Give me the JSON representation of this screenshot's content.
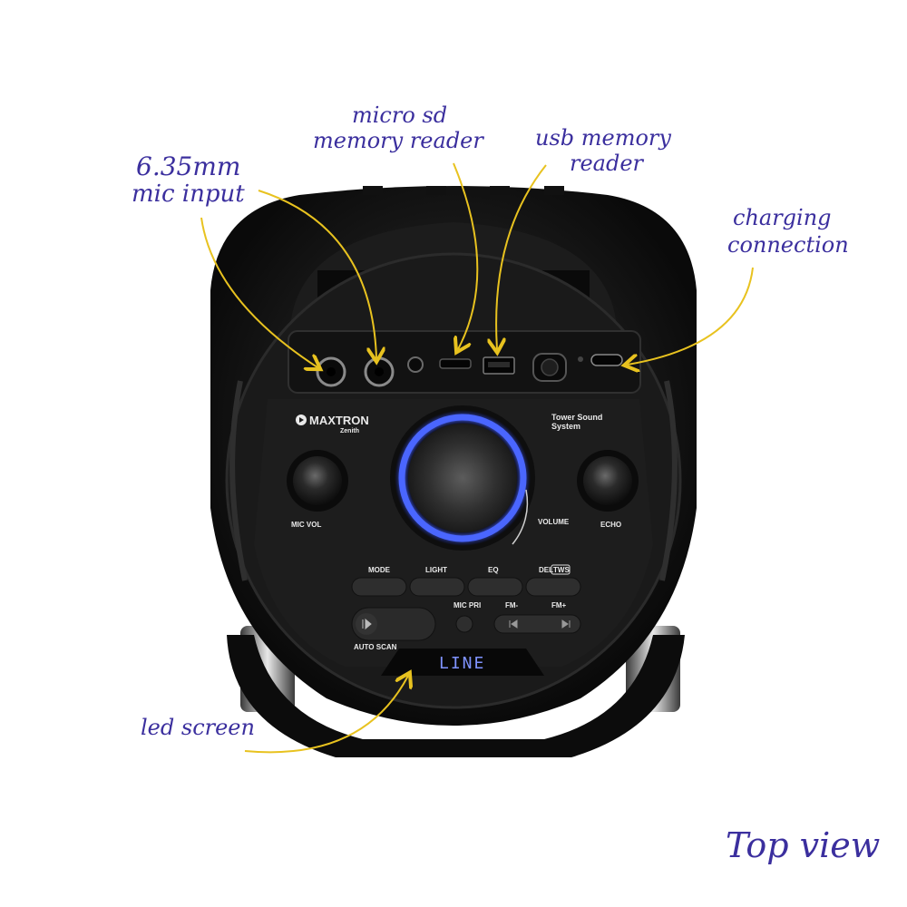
{
  "annotations": {
    "mic_input": [
      "6.35mm",
      "mic input"
    ],
    "micro_sd": [
      "micro sd",
      "memory reader"
    ],
    "usb": [
      "usb memory",
      "reader"
    ],
    "charging": [
      "charging",
      "connection"
    ],
    "led_screen": "led screen",
    "view_label": "Top view"
  },
  "brand": {
    "logo_text": "MAXTRON",
    "model": "Zenith",
    "product_line": [
      "Tower Sound",
      "System"
    ]
  },
  "knobs": {
    "mic_vol": "MIC VOL",
    "volume": "VOLUME",
    "echo": "ECHO"
  },
  "buttons": {
    "mode": "MODE",
    "light": "LIGHT",
    "eq": "EQ",
    "del": "DEL",
    "tws": "TWS",
    "mic_pri": "MIC PRI",
    "fm_minus": "FM-",
    "fm_plus": "FM+",
    "auto_scan": "AUTO SCAN"
  },
  "display": {
    "text": "LINE"
  },
  "colors": {
    "annotation_ink": "#3b2f9e",
    "arrow": "#e8c21f",
    "ring_glow": "#3f5bff",
    "body": "#161616"
  }
}
